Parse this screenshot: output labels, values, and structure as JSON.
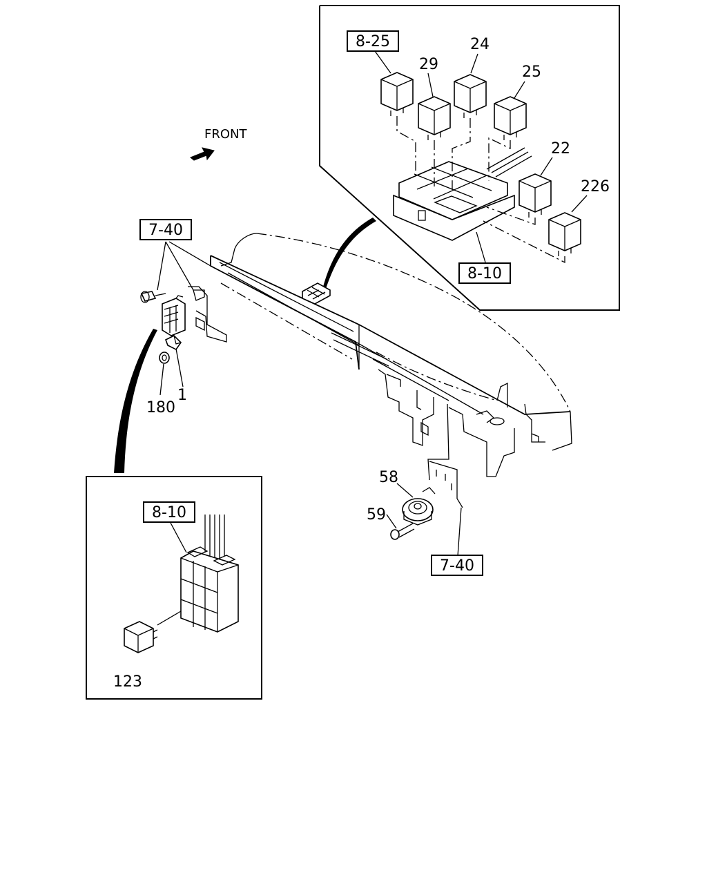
{
  "direction_label": "FRONT",
  "callouts": {
    "ref_8_25": "8-25",
    "ref_8_10_top": "8-10",
    "ref_7_40_left": "7-40",
    "ref_7_40_bottom": "7-40",
    "ref_8_10_inset": "8-10",
    "part_29": "29",
    "part_24": "24",
    "part_25": "25",
    "part_22": "22",
    "part_226": "226",
    "part_180": "180",
    "part_1": "1",
    "part_58": "58",
    "part_59": "59",
    "part_123": "123"
  }
}
